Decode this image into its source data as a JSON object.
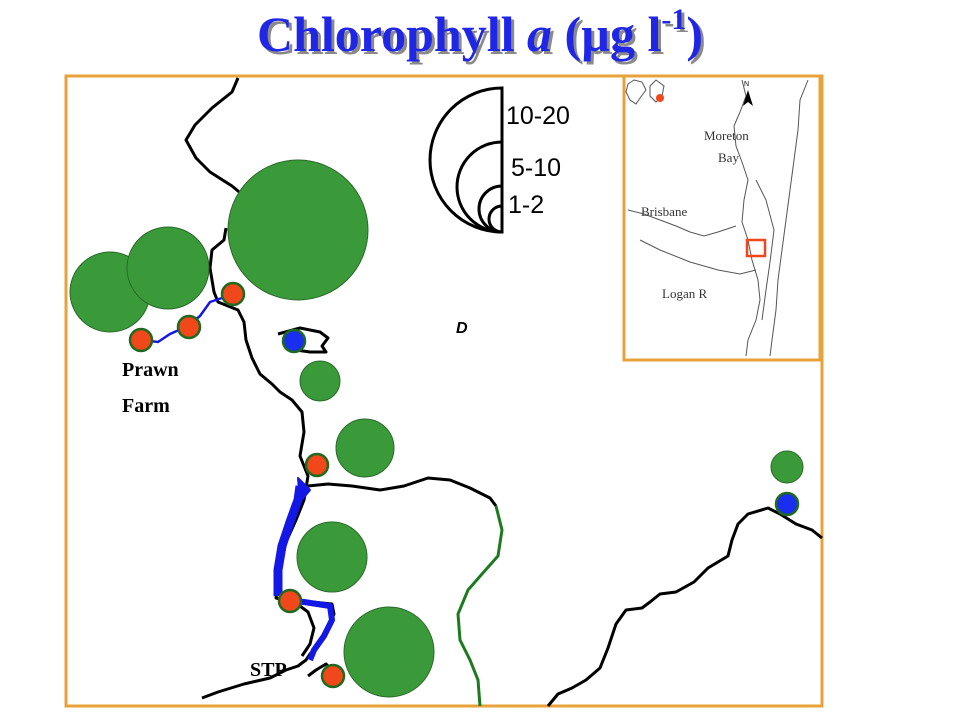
{
  "title": {
    "prefix": "Chlorophyll ",
    "italic": "a",
    "unit_open": " (µg l",
    "exp": "-1",
    "unit_close": ")"
  },
  "legend": {
    "large": "10-20",
    "medium": "5-10",
    "small": "1-2"
  },
  "labels": {
    "prawn_farm_line1": "Prawn",
    "prawn_farm_line2": "Farm",
    "stp": "STP",
    "odd_mark": "D"
  },
  "inset": {
    "moreton_line1": "Moreton",
    "moreton_line2": "Bay",
    "brisbane": "Brisbane",
    "logan": "Logan R",
    "north": "N"
  },
  "colors": {
    "title": "#1f26e6",
    "frame": "#e8a23a",
    "chlorophyll": "#3a9a3a",
    "site_red": "#f0481a",
    "site_blue": "#1a2ef0",
    "river_channel": "#1418e6",
    "green_boundary": "#1e7a1e"
  }
}
